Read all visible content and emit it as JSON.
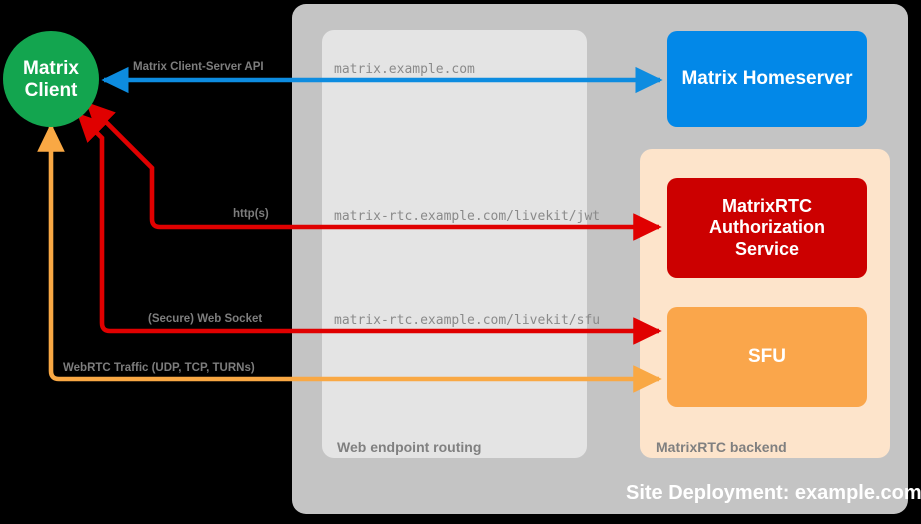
{
  "diagram": {
    "title": "Site Deployment: example.com",
    "site_caption": "Site Deployment: example.com",
    "colors": {
      "background": "#000000",
      "site_container": "#c4c4c4",
      "web_routing_container": "#e4e4e4",
      "rtc_backend_container": "#fde4cb",
      "client_node": "#13a54f",
      "homeserver_node": "#0288e8",
      "auth_service_node": "#cc0000",
      "sfu_node": "#faa64b",
      "edge_blue": "#0d8ce0",
      "edge_red": "#e00000",
      "edge_orange": "#f9a844",
      "caption_grey": "#808080",
      "mono_grey": "#8a8a8a"
    },
    "nodes": {
      "client": {
        "name": "Matrix Client",
        "line1": "Matrix",
        "line2": "Client"
      },
      "homeserver": {
        "name": "Matrix Homeserver"
      },
      "auth_service": {
        "line1": "MatrixRTC",
        "line2": "Authorization",
        "line3": "Service"
      },
      "sfu": {
        "name": "SFU"
      }
    },
    "containers": {
      "site": {
        "caption": "Site Deployment: example.com"
      },
      "web_routing": {
        "caption": "Web endpoint routing"
      },
      "rtc_backend": {
        "caption": "MatrixRTC backend"
      }
    },
    "edges": [
      {
        "id": "cs-api",
        "label": "Matrix Client-Server API",
        "endpoint": "matrix.example.com",
        "color": "#0d8ce0",
        "direction": "bidirectional",
        "from": "Matrix Client",
        "to": "Matrix Homeserver"
      },
      {
        "id": "jwt",
        "label": "http(s)",
        "endpoint": "matrix-rtc.example.com/livekit/jwt",
        "color": "#e00000",
        "direction": "bidirectional",
        "from": "Matrix Client",
        "to": "MatrixRTC Authorization Service"
      },
      {
        "id": "sfu-ws",
        "label": "(Secure) Web Socket",
        "endpoint": "matrix-rtc.example.com/livekit/sfu",
        "color": "#e00000",
        "direction": "bidirectional",
        "from": "Matrix Client",
        "to": "SFU"
      },
      {
        "id": "webrtc",
        "label": "WebRTC Traffic (UDP, TCP, TURNs)",
        "endpoint": "",
        "color": "#f9a844",
        "direction": "bidirectional",
        "from": "Matrix Client",
        "to": "SFU"
      }
    ],
    "endpoint_labels": {
      "matrix": "matrix.example.com",
      "jwt": "matrix-rtc.example.com/livekit/jwt",
      "sfu": "matrix-rtc.example.com/livekit/sfu"
    },
    "edge_labels": {
      "cs_api": "Matrix Client-Server API",
      "https": "http(s)",
      "websocket": "(Secure) Web Socket",
      "webrtc": "WebRTC Traffic (UDP, TCP, TURNs)"
    }
  }
}
